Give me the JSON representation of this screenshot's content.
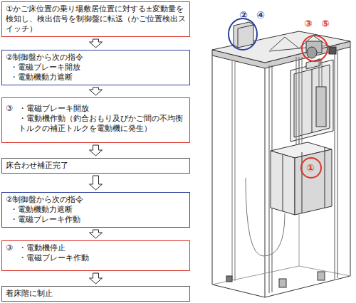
{
  "diagram": {
    "nodes": [
      {
        "text": [
          "①かご床位置の乗り場敷居位置に対する±変動量を検知し、検出信号を制御盤に転送（かご位置検出スイッチ）"
        ]
      },
      {
        "text": [
          "②制御盤から次の指令",
          "・電磁ブレーキ開放",
          "・電動機動力遮断"
        ]
      },
      {
        "text": [
          "③",
          "・電磁ブレーキ開放",
          "・電動機作動（釣合おもり及びかご間の不均衡トルクの補正トルクを電動機に発生）"
        ]
      },
      {
        "text": [
          "床合わせ補正完了"
        ]
      },
      {
        "text": [
          "②制御盤から次の指令",
          "・電動機動力遮断",
          "・電磁ブレーキ作動"
        ]
      },
      {
        "text": [
          "③",
          "・電動機停止",
          "・電磁ブレーキ作動"
        ]
      },
      {
        "text": [
          "着床階に制止"
        ]
      }
    ],
    "edges": [
      {
        "from": 0,
        "to": 1,
        "arrow": "to"
      },
      {
        "from": 1,
        "to": 2,
        "arrow": "to"
      },
      {
        "from": 2,
        "to": 3,
        "arrow": "to"
      },
      {
        "from": 3,
        "to": 4,
        "arrow": "to"
      },
      {
        "from": 4,
        "to": 5,
        "arrow": "to"
      },
      {
        "from": 5,
        "to": 6,
        "arrow": "to"
      }
    ],
    "labels": [
      "②",
      "④",
      "③",
      "⑤",
      "①"
    ]
  }
}
